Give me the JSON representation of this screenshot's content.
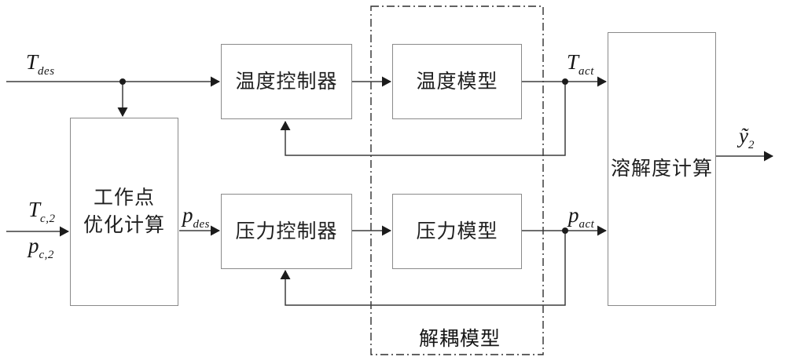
{
  "meta": {
    "type": "control-system-block-diagram",
    "background_color": "#ffffff",
    "wire_color": "#3d3d3d",
    "box_border_color": "#8a8a8a",
    "text_color": "#1f1f1f"
  },
  "blocks": {
    "operating_point": {
      "line1": "工作点",
      "line2": "优化计算"
    },
    "temperature_controller": {
      "label": "温度控制器"
    },
    "temperature_model": {
      "label": "温度模型"
    },
    "pressure_controller": {
      "label": "压力控制器"
    },
    "pressure_model": {
      "label": "压力模型"
    },
    "solubility": {
      "label": "溶解度计算"
    },
    "decoupling": {
      "label": "解耦模型"
    }
  },
  "signals": {
    "t_des": {
      "main": "T",
      "sub": "des"
    },
    "t_c2": {
      "main": "T",
      "sub": "c,2"
    },
    "p_c2": {
      "main": "p",
      "sub": "c,2"
    },
    "p_des": {
      "main": "p",
      "sub": "des"
    },
    "t_act": {
      "main": "T",
      "sub": "act"
    },
    "p_act": {
      "main": "p",
      "sub": "act"
    },
    "y_tilde_2": {
      "main": "ỹ",
      "sub": "2"
    }
  }
}
